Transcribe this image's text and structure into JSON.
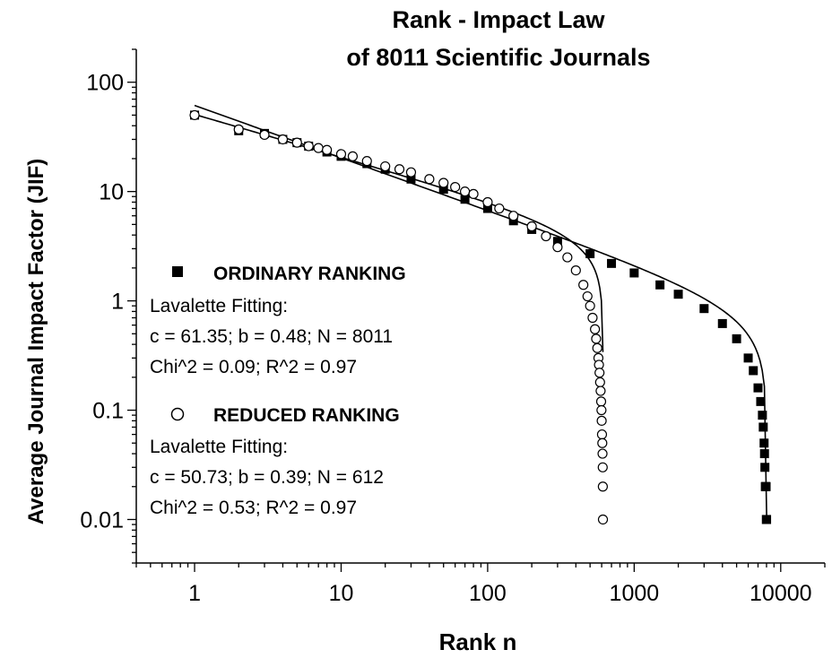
{
  "chart_data": {
    "type": "scatter",
    "title": [
      "Rank - Impact Law",
      "of 8011 Scientific Journals"
    ],
    "xlabel": "Rank n",
    "ylabel": "Average Journal Impact Factor (JIF)",
    "x_scale": "log",
    "y_scale": "log",
    "xlim": [
      0.4,
      20000
    ],
    "ylim": [
      0.004,
      200
    ],
    "x_ticks": [
      1,
      10,
      100,
      1000,
      10000
    ],
    "x_tick_labels": [
      "1",
      "10",
      "100",
      "1000",
      "10000"
    ],
    "y_ticks": [
      0.01,
      0.1,
      1,
      10,
      100
    ],
    "y_tick_labels": [
      "0.01",
      "0.1",
      "1",
      "10",
      "100"
    ],
    "grid": false,
    "legend_placement": "left-center",
    "series": [
      {
        "name": "ORDINARY RANKING",
        "marker": "filled-square",
        "N": 8011,
        "fit": {
          "c": 61.35,
          "b": 0.48
        },
        "x": [
          1,
          2,
          3,
          4,
          5,
          6,
          8,
          10,
          15,
          20,
          30,
          50,
          70,
          100,
          150,
          200,
          300,
          500,
          700,
          1000,
          1500,
          2000,
          3000,
          4000,
          5000,
          6000,
          6500,
          7000,
          7300,
          7500,
          7600,
          7700,
          7750,
          7800,
          7850,
          7900,
          7950,
          7980,
          8000,
          8011
        ],
        "y": [
          50,
          36,
          34,
          30,
          28,
          26,
          23,
          21,
          18,
          16,
          13,
          10.5,
          8.5,
          7,
          5.4,
          4.5,
          3.5,
          2.7,
          2.2,
          1.8,
          1.4,
          1.15,
          0.85,
          0.62,
          0.45,
          0.3,
          0.23,
          0.16,
          0.12,
          0.09,
          0.07,
          0.05,
          0.04,
          0.03,
          0.02,
          0.02,
          0.02,
          0.01,
          0.01,
          0.01
        ]
      },
      {
        "name": "REDUCED RANKING",
        "marker": "open-circle",
        "N": 612,
        "fit": {
          "c": 50.73,
          "b": 0.39
        },
        "x": [
          1,
          2,
          3,
          4,
          5,
          6,
          7,
          8,
          10,
          12,
          15,
          20,
          25,
          30,
          40,
          50,
          60,
          70,
          80,
          100,
          120,
          150,
          200,
          250,
          300,
          350,
          400,
          450,
          480,
          500,
          520,
          540,
          550,
          560,
          570,
          575,
          580,
          585,
          590,
          595,
          598,
          600,
          603,
          606,
          608,
          610,
          611,
          612
        ],
        "y": [
          50,
          37,
          33,
          30,
          28,
          26,
          25,
          24,
          22,
          21,
          19,
          17,
          16,
          15,
          13,
          12,
          11,
          10,
          9.5,
          8,
          7,
          6,
          4.8,
          3.9,
          3.1,
          2.5,
          1.9,
          1.4,
          1.1,
          0.9,
          0.7,
          0.55,
          0.45,
          0.37,
          0.3,
          0.26,
          0.22,
          0.18,
          0.15,
          0.12,
          0.1,
          0.08,
          0.06,
          0.05,
          0.04,
          0.03,
          0.02,
          0.01
        ]
      }
    ],
    "annotations": [
      {
        "legend_title": "ORDINARY RANKING",
        "lines": [
          "Lavalette Fitting:",
          "c = 61.35; b = 0.48; N = 8011",
          "Chi^2 = 0.09; R^2 = 0.97"
        ]
      },
      {
        "legend_title": "REDUCED RANKING",
        "lines": [
          "Lavalette Fitting:",
          "c = 50.73; b = 0.39; N = 612",
          "Chi^2 = 0.53; R^2 = 0.97"
        ]
      }
    ]
  }
}
